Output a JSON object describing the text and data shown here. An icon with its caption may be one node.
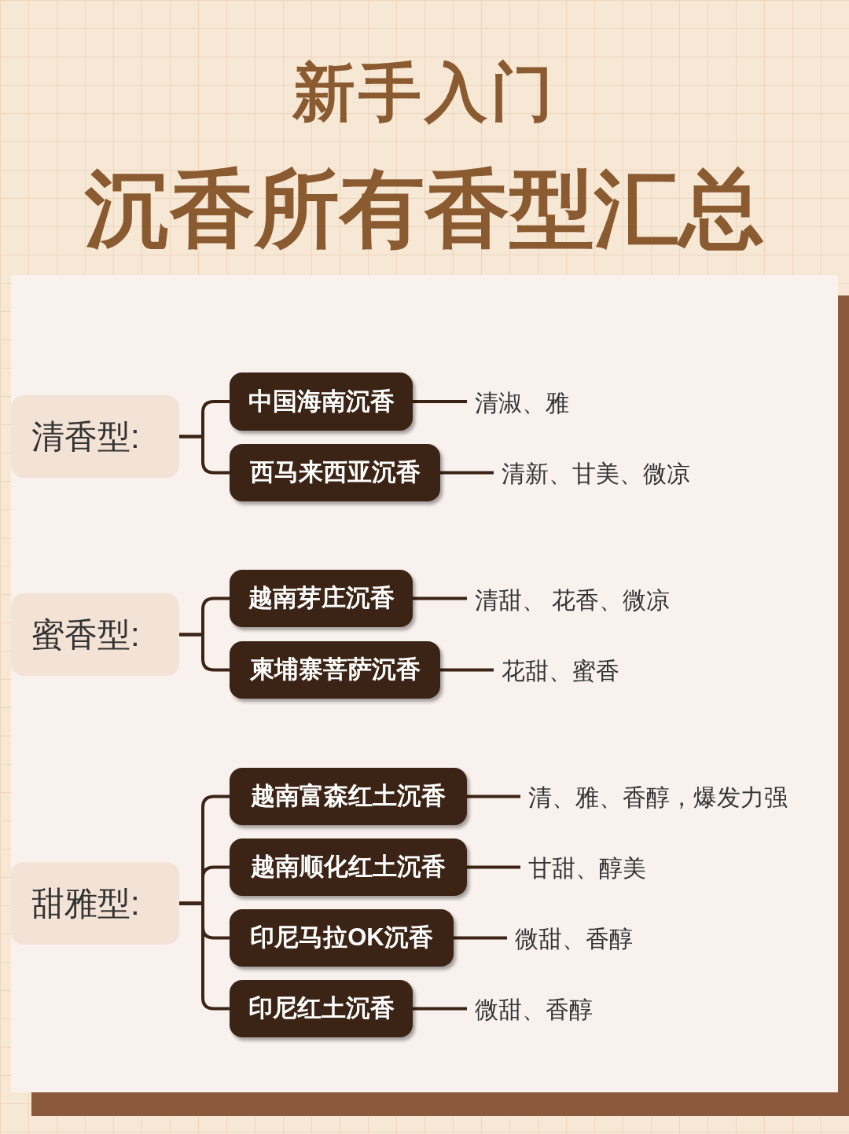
{
  "diagram": {
    "title": "沉香所有香型汇总",
    "nodes": [
      {
        "text": [
          "清香型:"
        ]
      },
      {
        "text": [
          "中国海南沉香"
        ]
      },
      {
        "text": [
          "西马来西亚沉香"
        ]
      },
      {
        "text": [
          "清淑、雅"
        ]
      },
      {
        "text": [
          "清新、甘美、微凉"
        ]
      },
      {
        "text": [
          "蜜香型:"
        ]
      },
      {
        "text": [
          "越南芽庄沉香"
        ]
      },
      {
        "text": [
          "柬埔寨菩萨沉香"
        ]
      },
      {
        "text": [
          "清甜、 花香、微凉"
        ]
      },
      {
        "text": [
          "花甜、蜜香"
        ]
      },
      {
        "text": [
          "甜雅型:"
        ]
      },
      {
        "text": [
          "越南富森红土沉香"
        ]
      },
      {
        "text": [
          "越南顺化红土沉香"
        ]
      },
      {
        "text": [
          "印尼马拉OK沉香"
        ]
      },
      {
        "text": [
          "印尼红土沉香"
        ]
      },
      {
        "text": [
          "清、雅、香醇，爆发力强"
        ]
      },
      {
        "text": [
          "甘甜、醇美"
        ]
      },
      {
        "text": [
          "微甜、香醇"
        ]
      },
      {
        "text": [
          "微甜、香醇"
        ]
      }
    ],
    "edges": [
      {
        "from": 0,
        "to": 1,
        "arrow": "none"
      },
      {
        "from": 0,
        "to": 2,
        "arrow": "none"
      },
      {
        "from": 1,
        "to": 3,
        "arrow": "none"
      },
      {
        "from": 2,
        "to": 4,
        "arrow": "none"
      },
      {
        "from": 5,
        "to": 6,
        "arrow": "none"
      },
      {
        "from": 5,
        "to": 7,
        "arrow": "none"
      },
      {
        "from": 6,
        "to": 8,
        "arrow": "none"
      },
      {
        "from": 7,
        "to": 9,
        "arrow": "none"
      },
      {
        "from": 10,
        "to": 11,
        "arrow": "none"
      },
      {
        "from": 10,
        "to": 12,
        "arrow": "none"
      },
      {
        "from": 10,
        "to": 13,
        "arrow": "none"
      },
      {
        "from": 10,
        "to": 14,
        "arrow": "none"
      },
      {
        "from": 11,
        "to": 15,
        "arrow": "none"
      },
      {
        "from": 12,
        "to": 16,
        "arrow": "none"
      },
      {
        "from": 13,
        "to": 17,
        "arrow": "none"
      },
      {
        "from": 14,
        "to": 18,
        "arrow": "none"
      }
    ],
    "labels": [
      "新手入门"
    ]
  }
}
